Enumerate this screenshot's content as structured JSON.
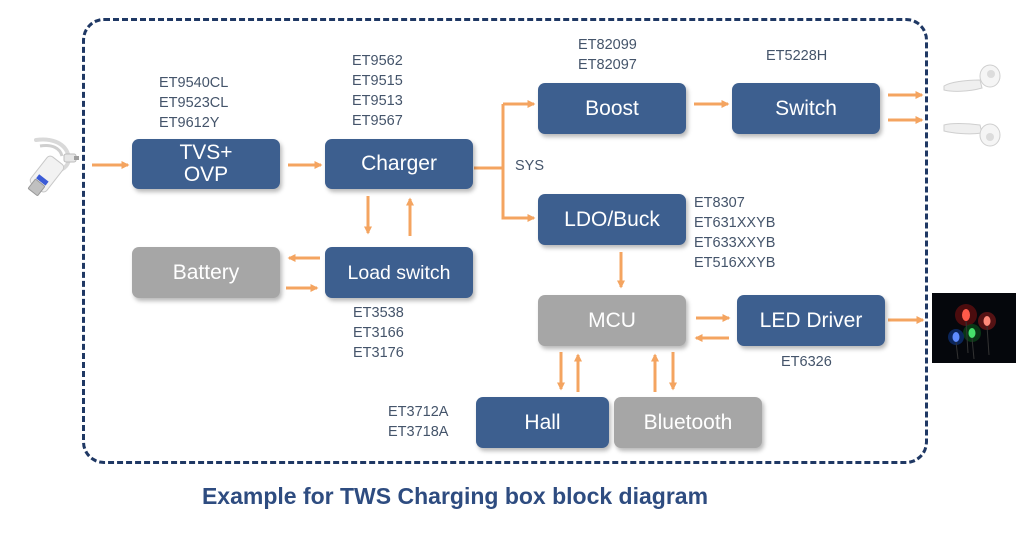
{
  "blocks": {
    "tvs_ovp": "TVS+\nOVP",
    "charger": "Charger",
    "boost": "Boost",
    "switch": "Switch",
    "ldo_buck": "LDO/Buck",
    "battery": "Battery",
    "load_switch": "Load switch",
    "mcu": "MCU",
    "led_driver": "LED Driver",
    "hall": "Hall",
    "bluetooth": "Bluetooth"
  },
  "parts": {
    "tvs_ovp": [
      "ET9540CL",
      "ET9523CL",
      "ET9612Y"
    ],
    "charger": [
      "ET9562",
      "ET9515",
      "ET9513",
      "ET9567"
    ],
    "boost": [
      "ET82099",
      "ET82097"
    ],
    "switch": [
      "ET5228H"
    ],
    "ldo_buck": [
      "ET8307",
      "ET631XXYB",
      "ET633XXYB",
      "ET516XXYB"
    ],
    "load_switch": [
      "ET3538",
      "ET3166",
      "ET3176"
    ],
    "led_driver": [
      "ET6326"
    ],
    "hall": [
      "ET3712A",
      "ET3718A"
    ]
  },
  "sys_label": "SYS",
  "caption": "Example for TWS Charging box block diagram",
  "colors": {
    "block_blue": "#3d5f8f",
    "block_grey": "#a6a6a6",
    "arrow": "#f4a460",
    "frame": "#1f3864",
    "part_text": "#44546a",
    "caption": "#2e4c80"
  },
  "icons": {
    "input": "usb-cable-icon",
    "outputs": [
      "earbud-icon",
      "earbud-icon"
    ],
    "led_output": "rgb-leds-icon"
  }
}
